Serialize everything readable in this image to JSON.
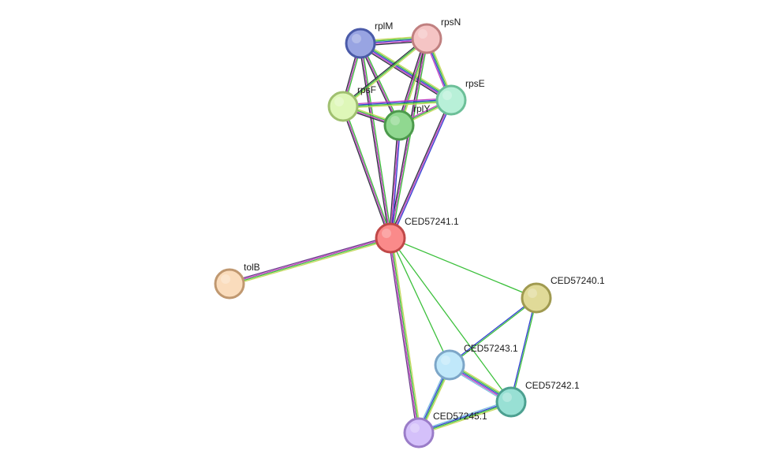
{
  "nodes": [
    {
      "id": "rplM",
      "label": "rplM",
      "color": "#98a4e2",
      "stroke": "#4a5aa8"
    },
    {
      "id": "rpsN",
      "label": "rpsN",
      "color": "#f5c4c4",
      "stroke": "#c08080"
    },
    {
      "id": "rpsE",
      "label": "rpsE",
      "color": "#b8f0d8",
      "stroke": "#6cbf98"
    },
    {
      "id": "rpsF",
      "label": "rpsF",
      "color": "#def7b8",
      "stroke": "#a0c070"
    },
    {
      "id": "rplY",
      "label": "rplY",
      "color": "#90d890",
      "stroke": "#4c9a4c"
    },
    {
      "id": "CED57241.1",
      "label": "CED57241.1",
      "color": "#fa8a8a",
      "stroke": "#c04848"
    },
    {
      "id": "tolB",
      "label": "tolB",
      "color": "#fadcbc",
      "stroke": "#c09870"
    },
    {
      "id": "CED57240.1",
      "label": "CED57240.1",
      "color": "#e0da98",
      "stroke": "#a09a50"
    },
    {
      "id": "CED57243.1",
      "label": "CED57243.1",
      "color": "#c0e8fa",
      "stroke": "#7ca6c8"
    },
    {
      "id": "CED57242.1",
      "label": "CED57242.1",
      "color": "#98e0d4",
      "stroke": "#4ca090"
    },
    {
      "id": "CED57245.1",
      "label": "CED57245.1",
      "color": "#d4c0fa",
      "stroke": "#9a7cc8"
    }
  ],
  "edge_colors": {
    "green": "#3cc03c",
    "magenta": "#c040c0",
    "purple": "#6a3a8a",
    "blue": "#3040d0",
    "yellow": "#c8d860",
    "lightblue": "#80c0e0",
    "dark": "#303040"
  },
  "edges": [
    {
      "a": "rplM",
      "b": "rpsN",
      "colors": [
        "yellow",
        "green",
        "blue",
        "magenta",
        "dark"
      ]
    },
    {
      "a": "rplM",
      "b": "rpsE",
      "colors": [
        "yellow",
        "green",
        "blue",
        "magenta",
        "dark"
      ]
    },
    {
      "a": "rplM",
      "b": "rpsF",
      "colors": [
        "green",
        "magenta",
        "dark"
      ]
    },
    {
      "a": "rplM",
      "b": "rplY",
      "colors": [
        "green",
        "magenta",
        "dark"
      ]
    },
    {
      "a": "rplM",
      "b": "CED57241.1",
      "colors": [
        "green",
        "magenta",
        "dark"
      ]
    },
    {
      "a": "rpsN",
      "b": "rpsE",
      "colors": [
        "yellow",
        "green",
        "blue",
        "magenta"
      ]
    },
    {
      "a": "rpsN",
      "b": "rpsF",
      "colors": [
        "yellow",
        "green",
        "dark"
      ]
    },
    {
      "a": "rpsN",
      "b": "rplY",
      "colors": [
        "yellow",
        "green",
        "magenta",
        "dark"
      ]
    },
    {
      "a": "rpsN",
      "b": "CED57241.1",
      "colors": [
        "green",
        "magenta",
        "dark"
      ]
    },
    {
      "a": "rpsE",
      "b": "rpsF",
      "colors": [
        "yellow",
        "green",
        "blue",
        "magenta"
      ]
    },
    {
      "a": "rpsE",
      "b": "rplY",
      "colors": [
        "yellow",
        "green",
        "magenta"
      ]
    },
    {
      "a": "rpsE",
      "b": "CED57241.1",
      "colors": [
        "blue",
        "magenta",
        "dark"
      ]
    },
    {
      "a": "rpsF",
      "b": "rplY",
      "colors": [
        "yellow",
        "green",
        "magenta",
        "dark"
      ]
    },
    {
      "a": "rpsF",
      "b": "CED57241.1",
      "colors": [
        "green",
        "magenta",
        "dark"
      ]
    },
    {
      "a": "rplY",
      "b": "CED57241.1",
      "colors": [
        "blue",
        "magenta",
        "dark"
      ]
    },
    {
      "a": "CED57241.1",
      "b": "tolB",
      "colors": [
        "yellow",
        "green",
        "magenta",
        "purple"
      ]
    },
    {
      "a": "CED57241.1",
      "b": "CED57240.1",
      "colors": [
        "green"
      ]
    },
    {
      "a": "CED57241.1",
      "b": "CED57243.1",
      "colors": [
        "green"
      ]
    },
    {
      "a": "CED57241.1",
      "b": "CED57242.1",
      "colors": [
        "green"
      ]
    },
    {
      "a": "CED57241.1",
      "b": "CED57245.1",
      "colors": [
        "yellow",
        "green",
        "magenta",
        "purple"
      ]
    },
    {
      "a": "CED57240.1",
      "b": "CED57243.1",
      "colors": [
        "green",
        "blue"
      ]
    },
    {
      "a": "CED57240.1",
      "b": "CED57242.1",
      "colors": [
        "green",
        "blue"
      ]
    },
    {
      "a": "CED57243.1",
      "b": "CED57242.1",
      "colors": [
        "yellow",
        "green",
        "blue",
        "magenta",
        "lightblue"
      ]
    },
    {
      "a": "CED57243.1",
      "b": "CED57245.1",
      "colors": [
        "yellow",
        "green",
        "blue",
        "lightblue"
      ]
    },
    {
      "a": "CED57242.1",
      "b": "CED57245.1",
      "colors": [
        "yellow",
        "green",
        "blue",
        "lightblue"
      ]
    }
  ]
}
